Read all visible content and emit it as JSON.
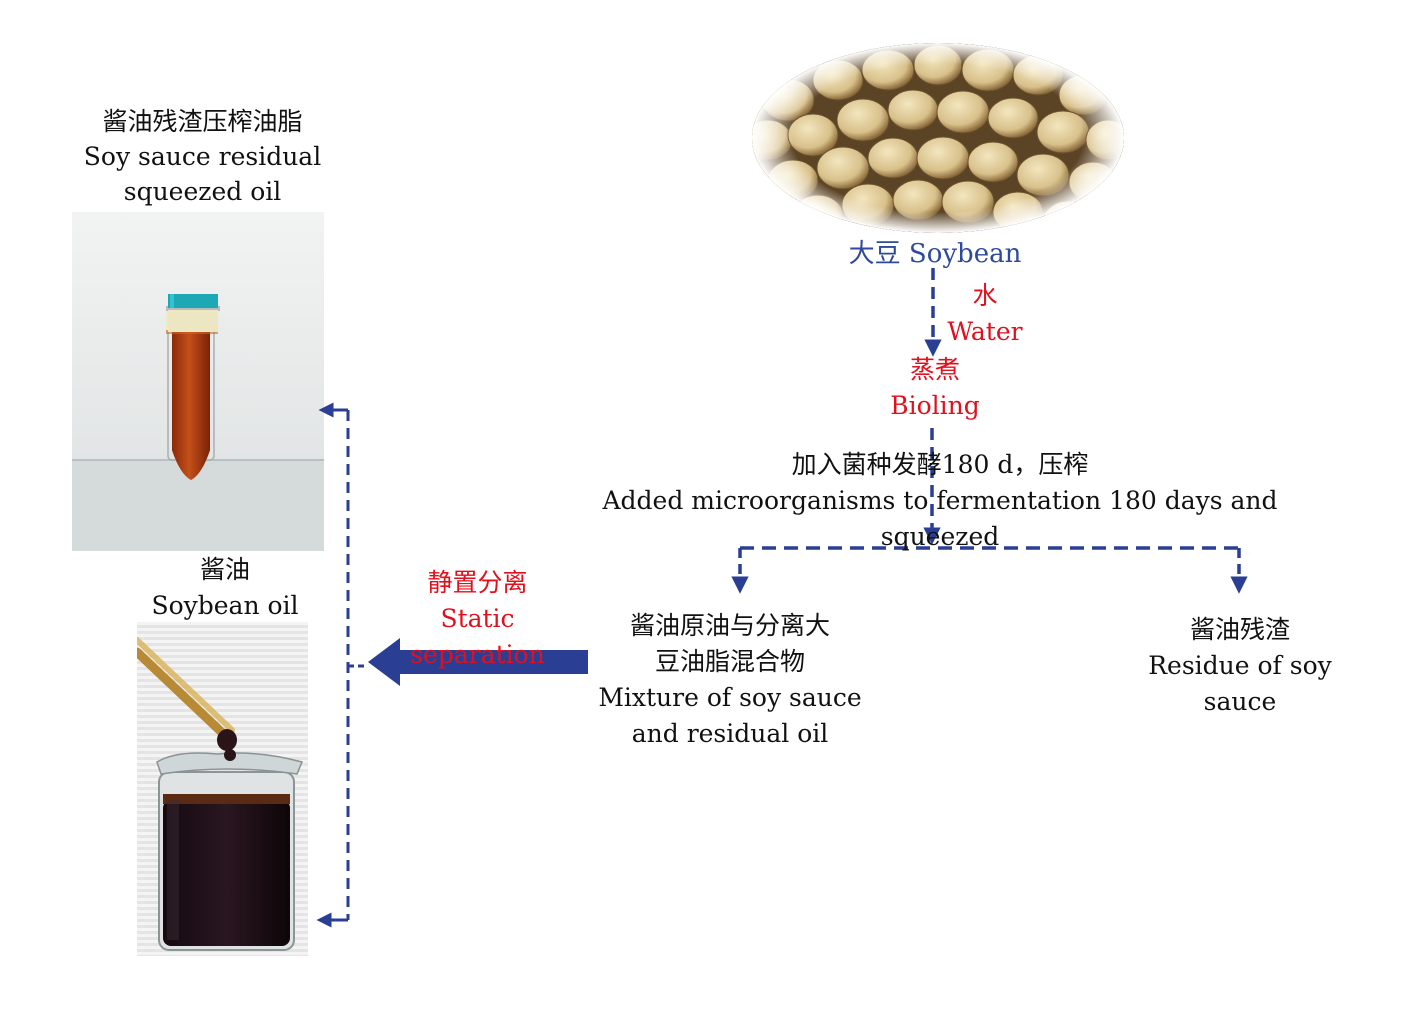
{
  "labels": {
    "soybean": "大豆 Soybean",
    "water_cn": "水",
    "water_en": "Water",
    "boiling_cn": "蒸煮",
    "boiling_en": "Bioling",
    "ferment_cn": "加入菌种发酵180 d，压榨",
    "ferment_en": "Added microorganisms to fermentation 180  days and squeezed",
    "mixture_cn_1": "酱油原油与分离大",
    "mixture_cn_2": "豆油脂混合物",
    "mixture_en_1": "Mixture of soy sauce",
    "mixture_en_2": "and residual oil",
    "residue_cn": "酱油残渣",
    "residue_en_1": "Residue of soy",
    "residue_en_2": "sauce",
    "separation_cn": "静置分离",
    "separation_en": "Static separation",
    "squeezed_cn": "酱油残渣压榨油脂",
    "squeezed_en_1": "Soy sauce residual",
    "squeezed_en_2": "squeezed oil",
    "soysauce_cn": "酱油",
    "soysauce_en": "Soybean oil"
  },
  "colors": {
    "arrow_blue": "#2a3f93",
    "label_red": "#e0101e",
    "label_blue": "#2d4a9c",
    "text_dark": "#111111"
  },
  "icons": {
    "soybean_photo": "soybean-pile-image",
    "tube_photo": "oil-centrifuge-tube-image",
    "beaker_photo": "soy-sauce-beaker-image"
  }
}
